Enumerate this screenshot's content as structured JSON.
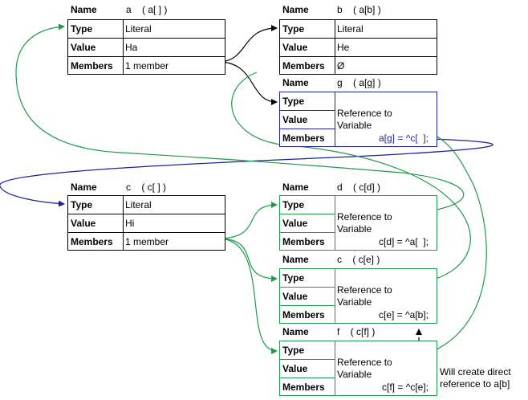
{
  "labels": {
    "name": "Name",
    "type": "Type",
    "value": "Value",
    "members": "Members"
  },
  "a": {
    "name_val": "a    ( a[ ] )",
    "type": "Literal",
    "value": "Ha",
    "members": "1 member"
  },
  "b": {
    "name_val": "b    ( a[b] )",
    "type": "Literal",
    "value": "He",
    "members": "Ø"
  },
  "g": {
    "name_val": "g    ( a[g] )",
    "ref_line1": "Reference  to",
    "ref_line2": "Variable",
    "expr": "a[g] = ^c[  ];"
  },
  "c": {
    "name_val": "c    ( c[ ] )",
    "type": "Literal",
    "value": "Hi",
    "members": "1 member"
  },
  "d": {
    "name_val": "d    ( c[d] )",
    "ref_line1": "Reference  to",
    "ref_line2": "Variable",
    "expr": "c[d] = ^a[  ];"
  },
  "ce": {
    "name_val": "c    ( c[e] )",
    "ref_line1": "Reference  to",
    "ref_line2": "Variable",
    "expr": "c[e] = ^a[b];"
  },
  "f": {
    "name_val": "f    ( c[f] )",
    "ref_line1": "Reference  to",
    "ref_line2": "Variable",
    "expr": "c[f] = ^c[e];"
  },
  "note": {
    "line1": "Will create direct",
    "line2": "reference  to a[b]"
  },
  "colors": {
    "blue": "#1f1fa0",
    "green": "#1e9a4a",
    "black": "#000000"
  }
}
